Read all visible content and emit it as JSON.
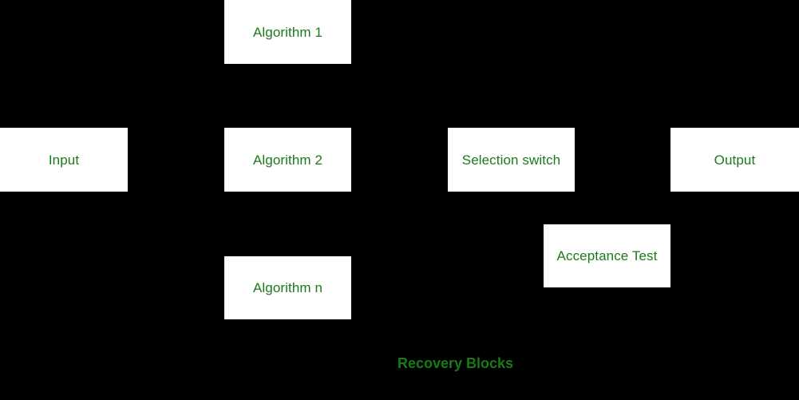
{
  "diagram": {
    "caption": "Recovery Blocks",
    "colors": {
      "background": "#000000",
      "node_fill": "#ffffff",
      "text": "#1a7a1a"
    },
    "nodes": [
      {
        "id": "input",
        "label": "Input"
      },
      {
        "id": "algorithm_1",
        "label": "Algorithm 1"
      },
      {
        "id": "algorithm_2",
        "label": "Algorithm 2"
      },
      {
        "id": "algorithm_n",
        "label": "Algorithm n"
      },
      {
        "id": "selection_switch",
        "label": "Selection switch"
      },
      {
        "id": "acceptance_test",
        "label": "Acceptance Test"
      },
      {
        "id": "output",
        "label": "Output"
      }
    ]
  }
}
